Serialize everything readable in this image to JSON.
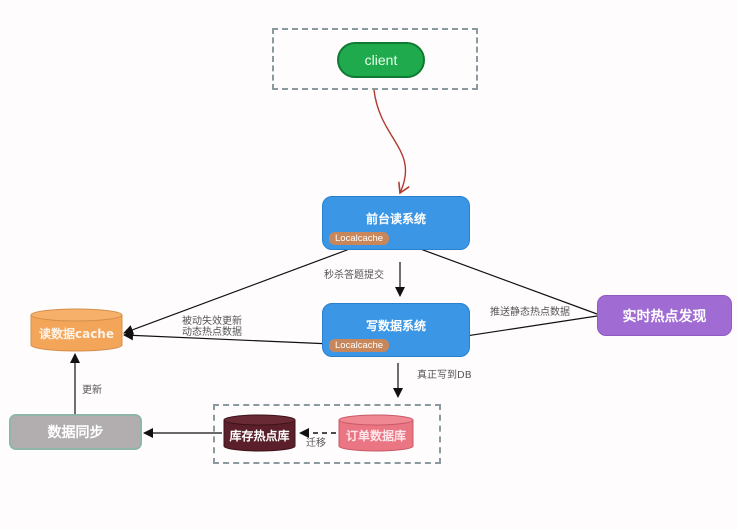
{
  "nodes": {
    "client": "client",
    "read_system": "前台读系统",
    "write_system": "写数据系统",
    "localcache_read": "Localcache",
    "localcache_write": "Localcache",
    "read_cache": "读数据cache",
    "hotspot_discovery": "实时热点发现",
    "data_sync": "数据同步",
    "inventory_hot_db": "库存热点库",
    "order_db": "订单数据库"
  },
  "edges": {
    "submit": "秒杀答题提交",
    "passive_invalidate_line1": "被动失效更新",
    "passive_invalidate_line2": "动态热点数据",
    "push_static": "推送静态热点数据",
    "write_db": "真正写到DB",
    "migrate": "迁移",
    "update": "更新"
  },
  "colors": {
    "client": "#1faa4e",
    "system": "#3b97e6",
    "localcache": "#c8875a",
    "read_cache": "#f3a55a",
    "hotspot": "#a06bd2",
    "sync": "#b2adae",
    "inventory_db": "#5a1f2a",
    "order_db": "#ea7583",
    "client_arrow": "#b03a2e"
  }
}
